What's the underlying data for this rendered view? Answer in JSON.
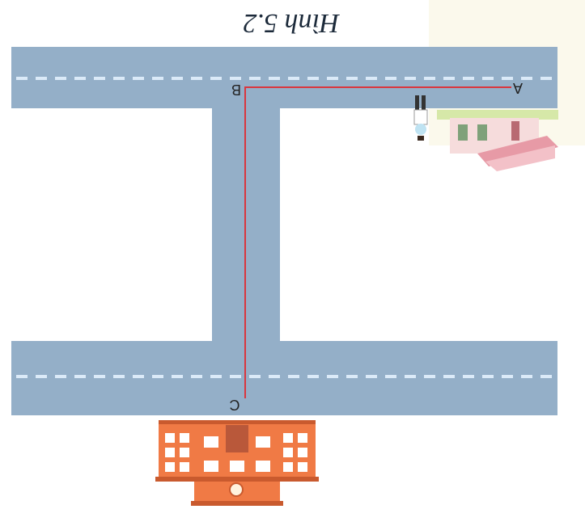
{
  "caption": "Hình 5.2",
  "points": {
    "a": "A",
    "b": "B",
    "c": "C"
  },
  "colors": {
    "road": "#94afc8",
    "lane_marking": "#dbeaf8",
    "route": "#d9363e",
    "school": "#f07a45",
    "house_roof": "#e79aa6"
  },
  "icons": [
    "school-building-icon",
    "house-icon",
    "walking-child-icon"
  ]
}
